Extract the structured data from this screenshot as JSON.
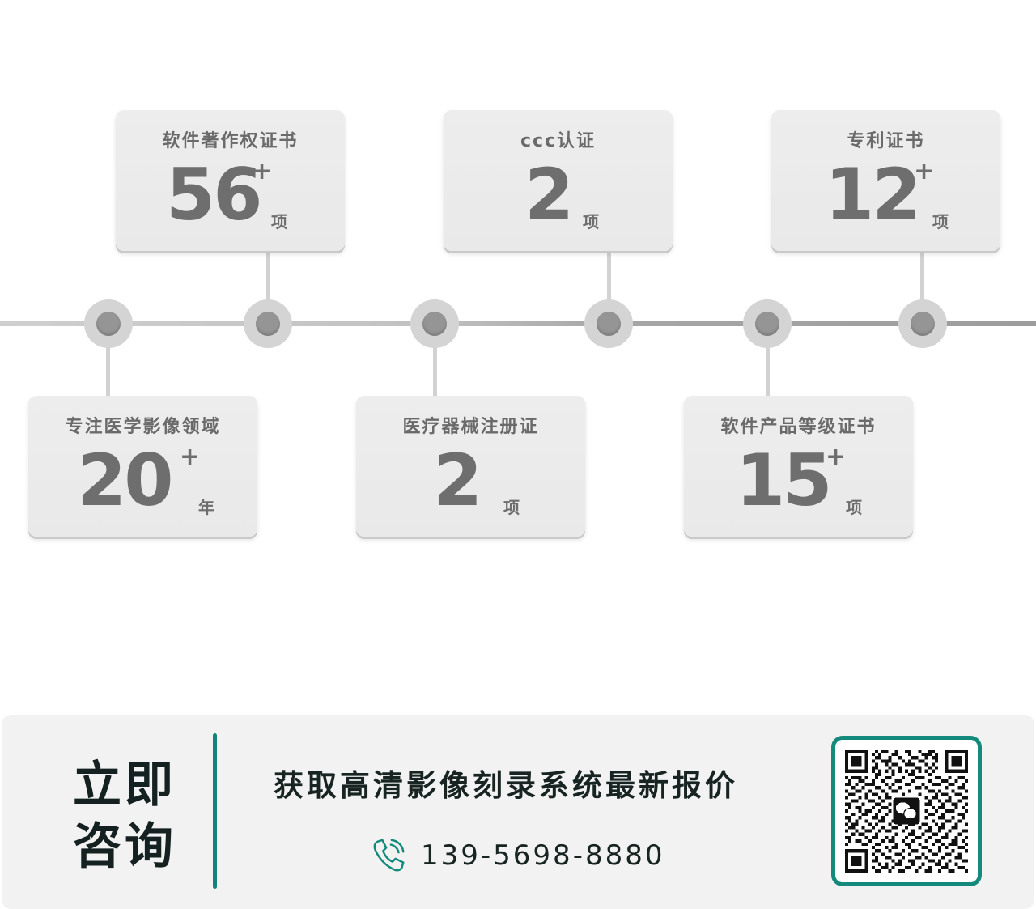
{
  "timeline": {
    "nodes": [
      134,
      331,
      537,
      752,
      948,
      1140
    ]
  },
  "cards": {
    "top": [
      {
        "title": "软件著作权证书",
        "value": "56",
        "plus": "+",
        "unit": "项"
      },
      {
        "title": "ccc认证",
        "value": "2",
        "plus": "",
        "unit": "项"
      },
      {
        "title": "专利证书",
        "value": "12",
        "plus": "+",
        "unit": "项"
      }
    ],
    "bottom": [
      {
        "title": "专注医学影像领域",
        "value": "20",
        "plus": "+",
        "unit": "年"
      },
      {
        "title": "医疗器械注册证",
        "value": "2",
        "plus": "",
        "unit": "项"
      },
      {
        "title": "软件产品等级证书",
        "value": "15",
        "plus": "+",
        "unit": "项"
      }
    ]
  },
  "contact": {
    "cta_line1": "立即",
    "cta_line2": "咨询",
    "offer_text": "获取高清影像刻录系统最新报价",
    "phone_icon": "phone-ringing-icon",
    "phone": "139-5698-8880",
    "qr_icon": "wechat-icon",
    "accent_color": "#148a7c"
  }
}
